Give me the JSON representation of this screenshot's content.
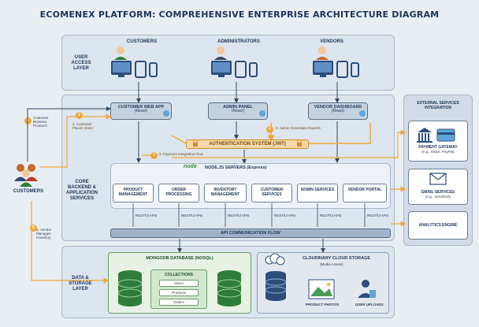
{
  "title": "ECOMENEX PLATFORM: COMPREHENSIVE ENTERPRISE ARCHITECTURE DIAGRAM",
  "layers": {
    "user_access": "USER ACCESS LAYER",
    "core": "CORE BACKEND & APPLICATION SERVICES",
    "data": "DATA & STORAGE LAYER"
  },
  "actors": {
    "customers": "CUSTOMERS",
    "administrators": "ADMINISTRATORS",
    "vendors": "VENDORS",
    "side_customers": "CUSTOMERS"
  },
  "frontends": [
    {
      "label": "CUSTOMER WEB APP",
      "sub": "(React)"
    },
    {
      "label": "ADMIN PANEL",
      "sub": "(React)"
    },
    {
      "label": "VENDOR DASHBOARD",
      "sub": "(React)"
    }
  ],
  "notes": {
    "browse": "Customer Browses Products",
    "place_order": "2. Customer Places Order",
    "admin_reports": "4. Admin Generates Reports",
    "payment": "3. Payment Integration Flow",
    "vendor_inventory": "5. Vendor Manages Inventory"
  },
  "badges": [
    "1",
    "2",
    "3",
    "4",
    "5"
  ],
  "auth": "AUTHENTICATION SYSTEM (JWT)",
  "node": {
    "logo": "node",
    "label": "NODE.JS SERVERS (Express)"
  },
  "services": [
    "PRODUCT MANAGEMENT",
    "ORDER PROCESSING",
    "INVENTORY MANAGEMENT",
    "CUSTOMER SERVICES",
    "ADMIN SERVICES",
    "VENDOR PORTAL"
  ],
  "rest_label": "RESTful APIs",
  "api_bar": "API COMMUNICATION FLOW",
  "external": {
    "title": "EXTERNAL SERVICES INTEGRATION",
    "payment": {
      "title": "PAYMENT GATEWAY",
      "sub": "(e.g., Stripe, PayPal)"
    },
    "email": {
      "title": "EMAIL SERVICES",
      "sub": "(e.g., SendGrid)"
    },
    "analytics": {
      "title": "ANALYTICS ENGINE"
    }
  },
  "mongo": {
    "title": "MONGODB DATABASE (NoSQL)",
    "collections_title": "COLLECTIONS",
    "collections": [
      "Users",
      "Products",
      "Orders"
    ]
  },
  "cloud": {
    "title": "CLOUDINARY CLOUD STORAGE",
    "sub": "(Media Assets)",
    "product_photos": "PRODUCT PHOTOS",
    "user_uploads": "USER UPLOADS"
  },
  "colors": {
    "flow_orange": "#f0a63a",
    "flow_dark": "#34495e",
    "mongo_green": "#2f7d3a",
    "db_blue": "#2c4d7a"
  },
  "icons": {
    "customer": "user-icon",
    "admin": "admin-icon",
    "vendor": "vendor-icon",
    "monitor": "monitor-icon",
    "tablet": "tablet-icon",
    "phone": "phone-icon",
    "lock": "lock-icon",
    "bank": "bank-icon",
    "card": "credit-card-icon",
    "mail": "mail-icon",
    "database": "database-icon",
    "cloud": "cloud-icon"
  }
}
